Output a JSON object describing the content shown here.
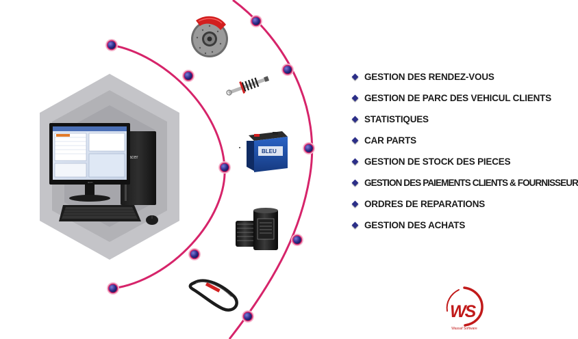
{
  "features": [
    {
      "label": "GESTION DES RENDEZ-VOUS"
    },
    {
      "label": "GESTION DE PARC DES VEHICUL CLIENTS"
    },
    {
      "label": "STATISTIQUES"
    },
    {
      "label": "CAR PARTS"
    },
    {
      "label": "GESTION DE STOCK DES PIECES"
    },
    {
      "label": "GESTION DES PAIEMENTS CLIENTS & FOURNISSEURS"
    },
    {
      "label": "ORDRES DE REPARATIONS"
    },
    {
      "label": "GESTION DES ACHATS"
    }
  ],
  "computer": {
    "brand": "acer"
  },
  "battery": {
    "brand": "BLEU"
  },
  "logo": {
    "initials": "WS",
    "tagline": "Wassaf Software"
  },
  "colors": {
    "arc": "#d6246a",
    "node_fill": "#2a2a88",
    "bullet": "#2c2f88",
    "logo": "#c11a1a",
    "hexagon": "#b9b9bd"
  },
  "icons": [
    "brake-disc-icon",
    "shock-absorber-icon",
    "car-battery-icon",
    "oil-filter-icon",
    "drive-belt-icon"
  ]
}
